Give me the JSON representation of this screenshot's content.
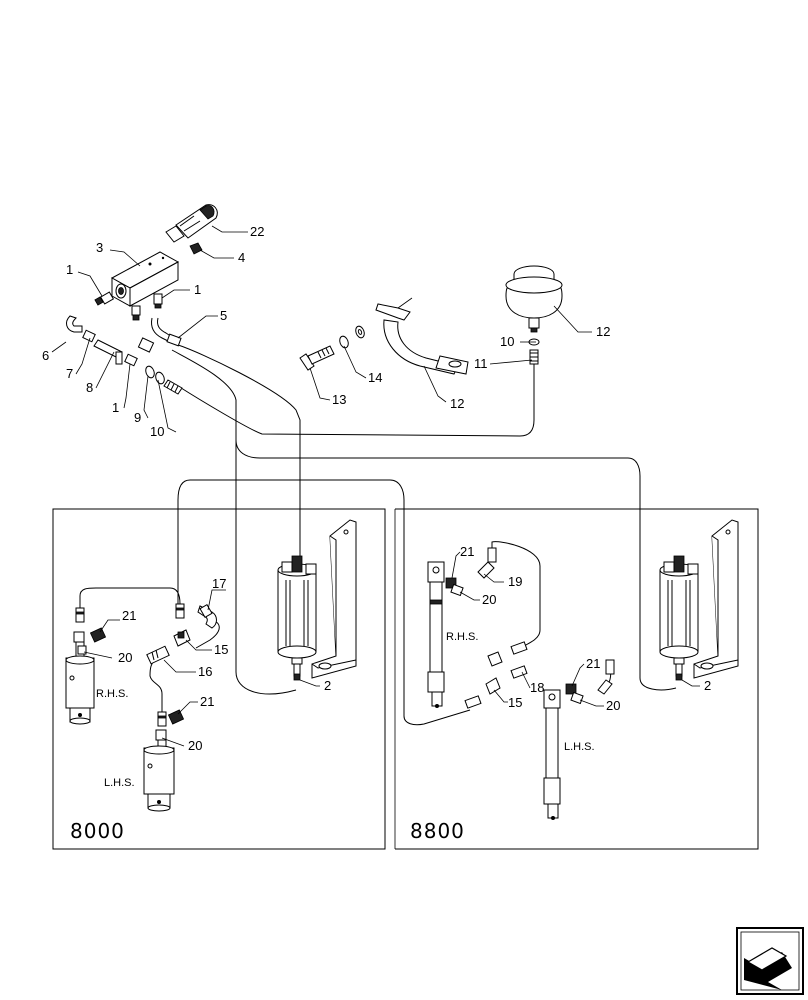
{
  "callouts": {
    "c22": "22",
    "c3": "3",
    "c4": "4",
    "c1a": "1",
    "c1b": "1",
    "c1c": "1",
    "c5": "5",
    "c6": "6",
    "c7": "7",
    "c8": "8",
    "c9": "9",
    "c10a": "10",
    "c10b": "10",
    "c11": "11",
    "c12a": "12",
    "c12b": "12",
    "c13": "13",
    "c14": "14",
    "c17": "17",
    "c21a": "21",
    "c20a": "20",
    "c15a": "15",
    "c16": "16",
    "c21b": "21",
    "c20b": "20",
    "c2a": "2",
    "c21c": "21",
    "c19": "19",
    "c20c": "20",
    "c18": "18",
    "c15b": "15",
    "c21d": "21",
    "c20d": "20",
    "c2b": "2"
  },
  "panels": {
    "left": {
      "title": "8000",
      "rhs": "R.H.S.",
      "lhs": "L.H.S."
    },
    "right": {
      "title": "8800",
      "rhs": "R.H.S.",
      "lhs": "L.H.S."
    }
  },
  "nav_icon": "next-page-arrow-icon"
}
